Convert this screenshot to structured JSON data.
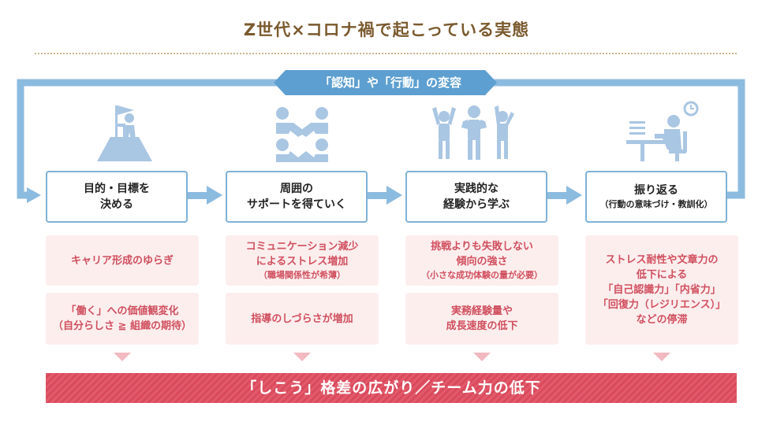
{
  "title": "Z世代×コロナ禍で起こっている実態",
  "loop_label": "「認知」や「行動」の変容",
  "colors": {
    "title": "#7a5a2e",
    "loop": "#8cbbe0",
    "step_border": "#7fb1d6",
    "icon": "#a9c6e3",
    "card_bg": "#fdeeee",
    "card_text": "#d04f5e",
    "banner": "#e25a6b"
  },
  "steps": [
    {
      "icon": "flag-summit-icon",
      "lines": [
        "目的・目標を",
        "決める"
      ],
      "sub": ""
    },
    {
      "icon": "team-support-icon",
      "lines": [
        "周囲の",
        "サポートを得ていく"
      ],
      "sub": ""
    },
    {
      "icon": "cheering-people-icon",
      "lines": [
        "実践的な",
        "経験から学ぶ"
      ],
      "sub": ""
    },
    {
      "icon": "desk-reflection-icon",
      "lines": [
        "振り返る"
      ],
      "sub": "（行動の意味づけ・教訓化）"
    }
  ],
  "problems": [
    [
      {
        "lines": [
          "キャリア形成のゆらぎ"
        ],
        "sub": ""
      },
      {
        "lines": [
          "「働く」への価値観変化"
        ],
        "sub": "（自分らしさ ≧ 組織の期待）"
      }
    ],
    [
      {
        "lines": [
          "コミュニケーション減少",
          "によるストレス増加"
        ],
        "sub": "（職場関係性が希薄）"
      },
      {
        "lines": [
          "指導のしづらさが増加"
        ],
        "sub": ""
      }
    ],
    [
      {
        "lines": [
          "挑戦よりも失敗しない",
          "傾向の強さ"
        ],
        "sub": "（小さな成功体験の量が必要）"
      },
      {
        "lines": [
          "実務経験量や",
          "成長速度の低下"
        ],
        "sub": ""
      }
    ],
    [
      {
        "lines": [
          "ストレス耐性や文章力の",
          "低下による",
          "「自己認識力」「内省力」",
          "「回復力（レジリエンス）」",
          "などの停滞"
        ],
        "sub": ""
      }
    ]
  ],
  "bottom": "「しこう」格差の広がり／チーム力の低下"
}
